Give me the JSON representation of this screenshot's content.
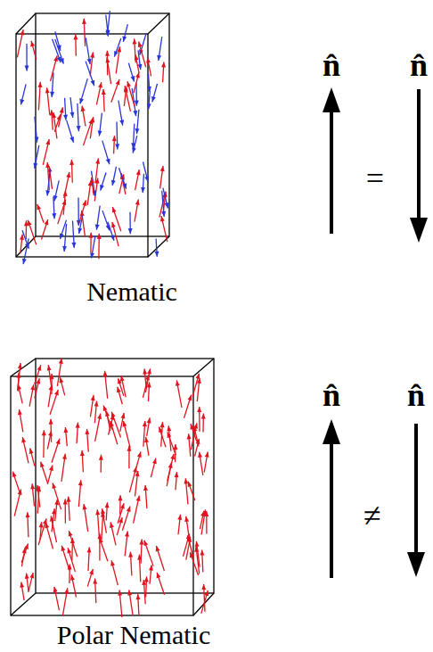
{
  "diagram": {
    "labels": [
      "Nematic",
      "n̂",
      "n̂",
      "=",
      "Polar Nematic",
      "n̂",
      "n̂",
      "≠"
    ]
  }
}
